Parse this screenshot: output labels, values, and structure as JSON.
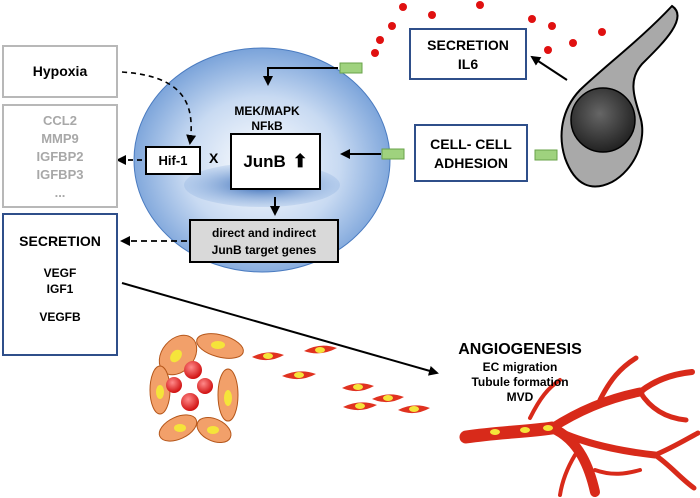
{
  "hypoxia": {
    "label": "Hypoxia"
  },
  "targets": {
    "items": [
      "CCL2",
      "MMP9",
      "IGFBP2",
      "IGFBP3",
      "..."
    ]
  },
  "hif1": {
    "label": "Hif-1"
  },
  "inhibit_symbol": "X",
  "pathways": {
    "line1": "MEK/MAPK",
    "line2": "NFkB"
  },
  "junb": {
    "label": "JunB",
    "arrow": "⬆"
  },
  "target_genes": {
    "line1": "direct and indirect",
    "line2": "JunB target genes"
  },
  "secretion_left": {
    "title": "SECRETION",
    "items": [
      "VEGF",
      "IGF1",
      "VEGFB"
    ]
  },
  "secretion_il6": {
    "line1": "SECRETION",
    "line2": "IL6"
  },
  "adhesion": {
    "line1": "CELL- CELL",
    "line2": "ADHESION"
  },
  "angiogenesis": {
    "title": "ANGIOGENESIS",
    "items": [
      "EC migration",
      "Tubule formation",
      "MVD"
    ]
  },
  "colors": {
    "cell_blue": "#6f9bd6",
    "nucleus_blue": "#3d74c4",
    "box_border_blue": "#2f4f8a",
    "receptor_green": "#9fd27e",
    "secretion_dot_red": "#e01010",
    "vessel_red": "#d82a1a",
    "ec_orange": "#f2a06a",
    "ec_yellow": "#f5e43a",
    "fibroblast_gray": "#a9a9a9"
  }
}
